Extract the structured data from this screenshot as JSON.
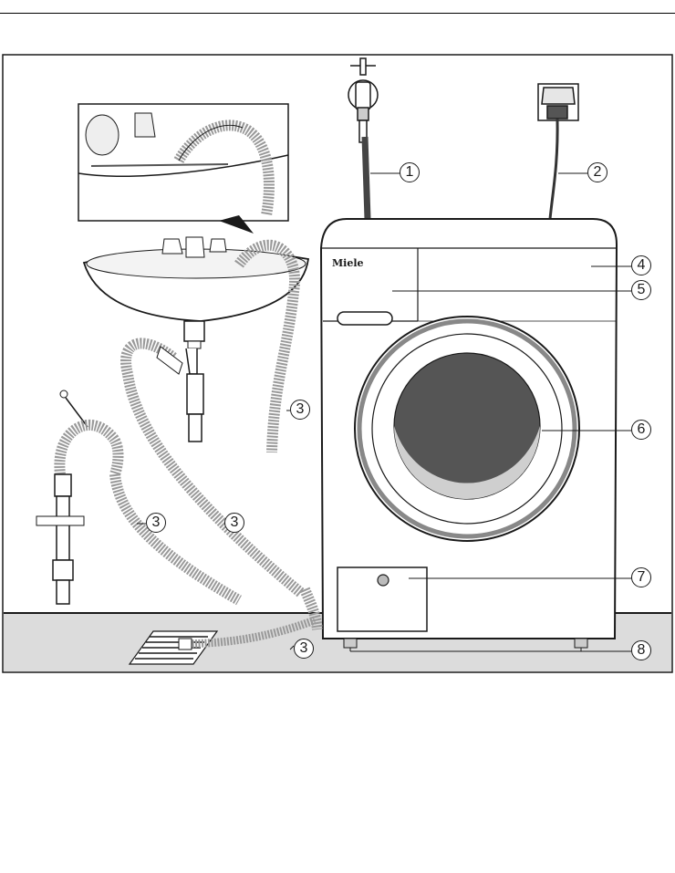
{
  "brand": "Miele",
  "callouts": {
    "water_inlet_hose": "1",
    "mains_cable": "2",
    "drain_hose_sink": "3",
    "drain_hose_standpipe": "3",
    "drain_hose_middle": "3",
    "drain_hose_floor": "3",
    "control_panel": "4",
    "detergent_drawer": "5",
    "door": "6",
    "filter_flap": "7",
    "feet": "8"
  },
  "colors": {
    "outline": "#1a1a1a",
    "machine_body": "#ffffff",
    "floor": "#dcdcdc",
    "drum_glass": "#555555",
    "hose": "#999999"
  }
}
